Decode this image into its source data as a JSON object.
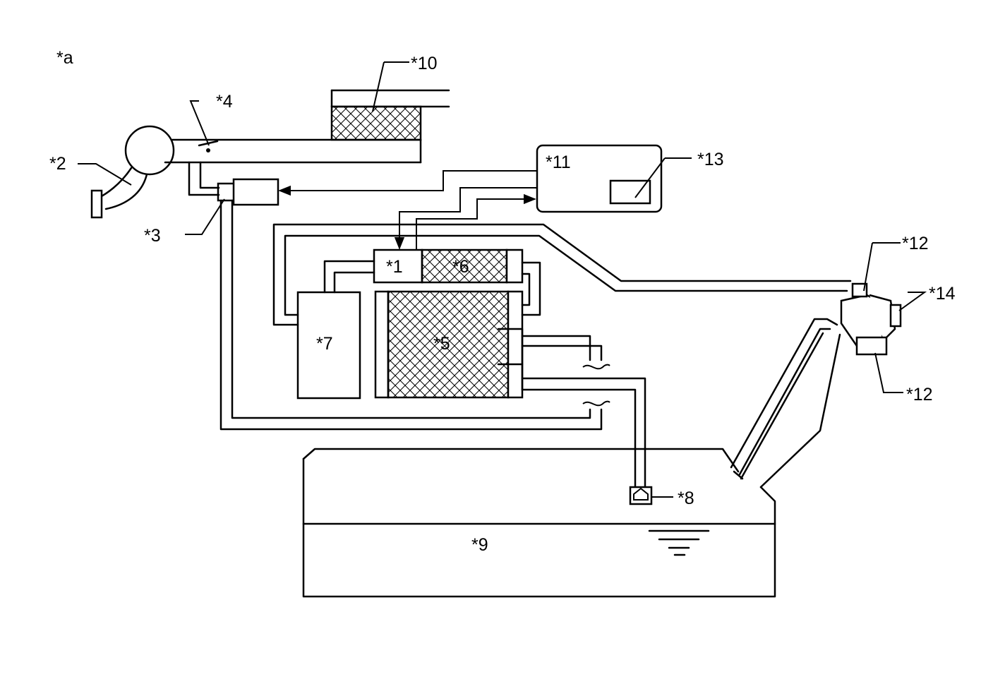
{
  "labels": {
    "a": "*a",
    "n1": "*1",
    "n2": "*2",
    "n3": "*3",
    "n4": "*4",
    "n5": "*5",
    "n6": "*6",
    "n7": "*7",
    "n8": "*8",
    "n9": "*9",
    "n10": "*10",
    "n11": "*11",
    "n12a": "*12",
    "n12b": "*12",
    "n13": "*13",
    "n14": "*14"
  },
  "colors": {
    "stroke": "#000000",
    "background": "#ffffff"
  }
}
